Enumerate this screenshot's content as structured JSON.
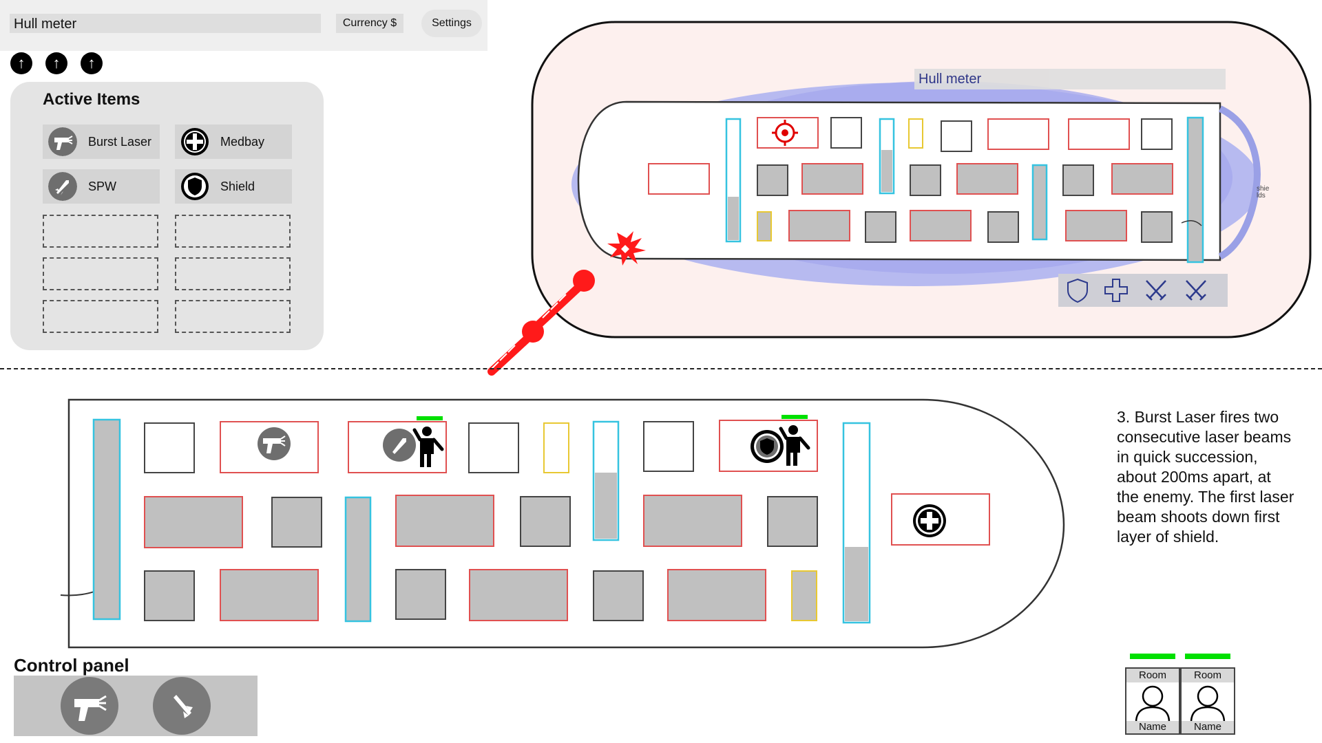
{
  "top_bar": {
    "hull_label": "Hull meter",
    "currency_label": "Currency $",
    "settings_label": "Settings",
    "upgrade_buttons": [
      "up-arrow-icon",
      "up-arrow-icon",
      "up-arrow-icon"
    ]
  },
  "active_items": {
    "title": "Active Items",
    "items": [
      {
        "label": "Burst Laser",
        "icon": "ray-gun-icon"
      },
      {
        "label": "Medbay",
        "icon": "medical-cross-icon"
      },
      {
        "label": "SPW",
        "icon": "rocket-icon"
      },
      {
        "label": "Shield",
        "icon": "shield-icon"
      }
    ],
    "empty_slots": 6
  },
  "enemy_ship": {
    "hull_label": "Hull meter",
    "side_text": "shie lds",
    "systems": [
      "shield-icon",
      "plus-icon",
      "crossed-swords-icon",
      "crossed-swords-icon"
    ]
  },
  "control_panel": {
    "title": "Control panel",
    "buttons": [
      "ray-gun-icon",
      "rocket-icon"
    ]
  },
  "narrative": "3. Burst Laser fires two consecutive laser beams in quick succession, about 200ms apart, at the enemy. The first laser beam shoots down first layer of shield.",
  "crew": [
    {
      "room": "Room",
      "name": "Name"
    },
    {
      "room": "Room",
      "name": "Name"
    }
  ],
  "colors": {
    "laser": "#ff1a1a",
    "shield_outer": "#b9bcf0",
    "shield_inner": "#8c93e8",
    "enemy_bg": "#fdf0ee",
    "health": "#00e000",
    "room_red": "#e05050",
    "room_cyan": "#35c3e0",
    "room_yellow": "#e8c832",
    "room_fill": "#c0c0c0"
  }
}
